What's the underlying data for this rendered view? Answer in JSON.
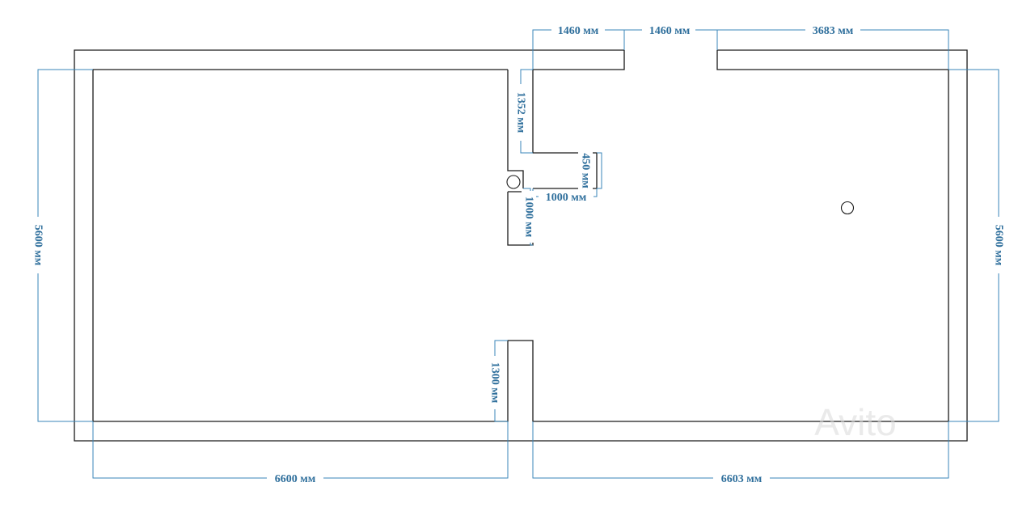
{
  "plan": {
    "dimensions": {
      "top_segment_1": "1460 мм",
      "top_segment_2": "1460 мм",
      "top_segment_3": "3683 мм",
      "left_height": "5600 мм",
      "right_height": "5600 мм",
      "bottom_left_width": "6600 мм",
      "bottom_right_width": "6603 мм",
      "partition_top_length": "1352 мм",
      "partition_stub_height": "450 мм",
      "partition_stub_width": "1000 мм",
      "partition_lower_length": "1000 мм",
      "bottom_partition_length": "1300 мм"
    },
    "fixtures": [
      "column-circle",
      "column-circle"
    ],
    "watermark": "Avito",
    "colors": {
      "wall": "#1a1a1a",
      "dimension": "#3a86b8",
      "dimension_text": "#2f6f9c"
    }
  }
}
